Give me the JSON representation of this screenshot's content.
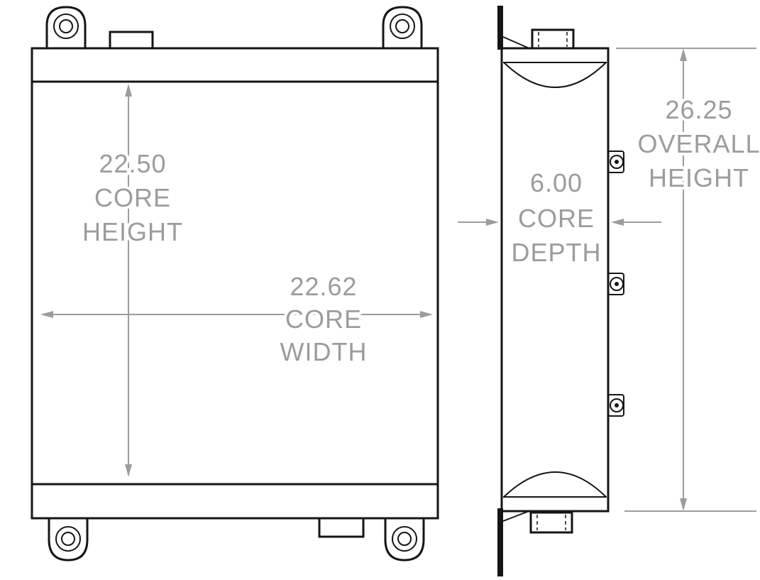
{
  "dimensions": {
    "core_height": {
      "lines": [
        "22.50",
        "CORE",
        "HEIGHT"
      ]
    },
    "core_width": {
      "lines": [
        "22.62",
        "CORE",
        "WIDTH"
      ]
    },
    "core_depth": {
      "lines": [
        "6.00",
        "CORE",
        "DEPTH"
      ]
    },
    "overall_height": {
      "lines": [
        "26.25",
        "OVERALL",
        "HEIGHT"
      ]
    }
  },
  "colors": {
    "line-color": "#151515",
    "dim-color": "#9c9c9c",
    "bg-color": "#ffffff"
  }
}
